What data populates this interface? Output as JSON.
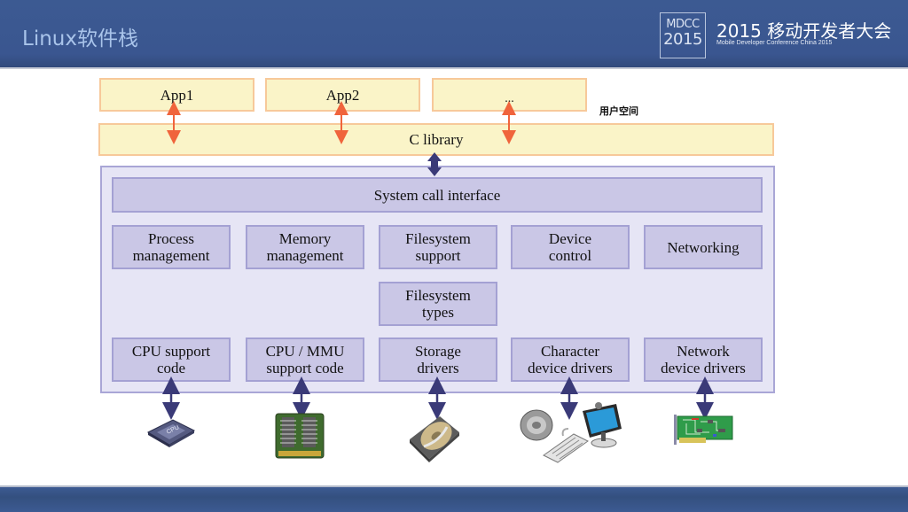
{
  "header": {
    "title": "Linux软件栈",
    "logo_line1": "MDCC",
    "logo_line2": "2015",
    "conference_title": "2015 移动开发者大会",
    "conference_subtitle": "Mobile Developer Conference China 2015"
  },
  "diagram": {
    "user_space_label": "用户空间",
    "apps": [
      {
        "label": "App1"
      },
      {
        "label": "App2"
      },
      {
        "label": "..."
      }
    ],
    "c_library": "C library",
    "system_call_interface": "System call interface",
    "kernel_row1": [
      {
        "line1": "Process",
        "line2": "management"
      },
      {
        "line1": "Memory",
        "line2": "management"
      },
      {
        "line1": "Filesystem",
        "line2": "support"
      },
      {
        "line1": "Device",
        "line2": "control"
      },
      {
        "line1": "Networking",
        "line2": ""
      }
    ],
    "filesystem_types": {
      "line1": "Filesystem",
      "line2": "types"
    },
    "kernel_row3": [
      {
        "line1": "CPU support",
        "line2": "code"
      },
      {
        "line1": "CPU / MMU",
        "line2": "support code"
      },
      {
        "line1": "Storage",
        "line2": "drivers"
      },
      {
        "line1": "Character",
        "line2": "device drivers"
      },
      {
        "line1": "Network",
        "line2": "device drivers"
      }
    ],
    "hardware": [
      {
        "icon": "cpu-chip-icon",
        "chip_text": "CPU"
      },
      {
        "icon": "memory-module-icon"
      },
      {
        "icon": "hard-disk-icon"
      },
      {
        "icon": "peripherals-icon"
      },
      {
        "icon": "network-card-icon"
      }
    ],
    "colors": {
      "user_fill": "#faf4c8",
      "user_border": "#f7c99a",
      "kernel_fill": "#cac7e6",
      "kernel_border": "#a4a1d3",
      "kernel_bg": "#e6e5f5",
      "user_arrow": "#f0643c",
      "kernel_arrow": "#3a3a78"
    }
  }
}
